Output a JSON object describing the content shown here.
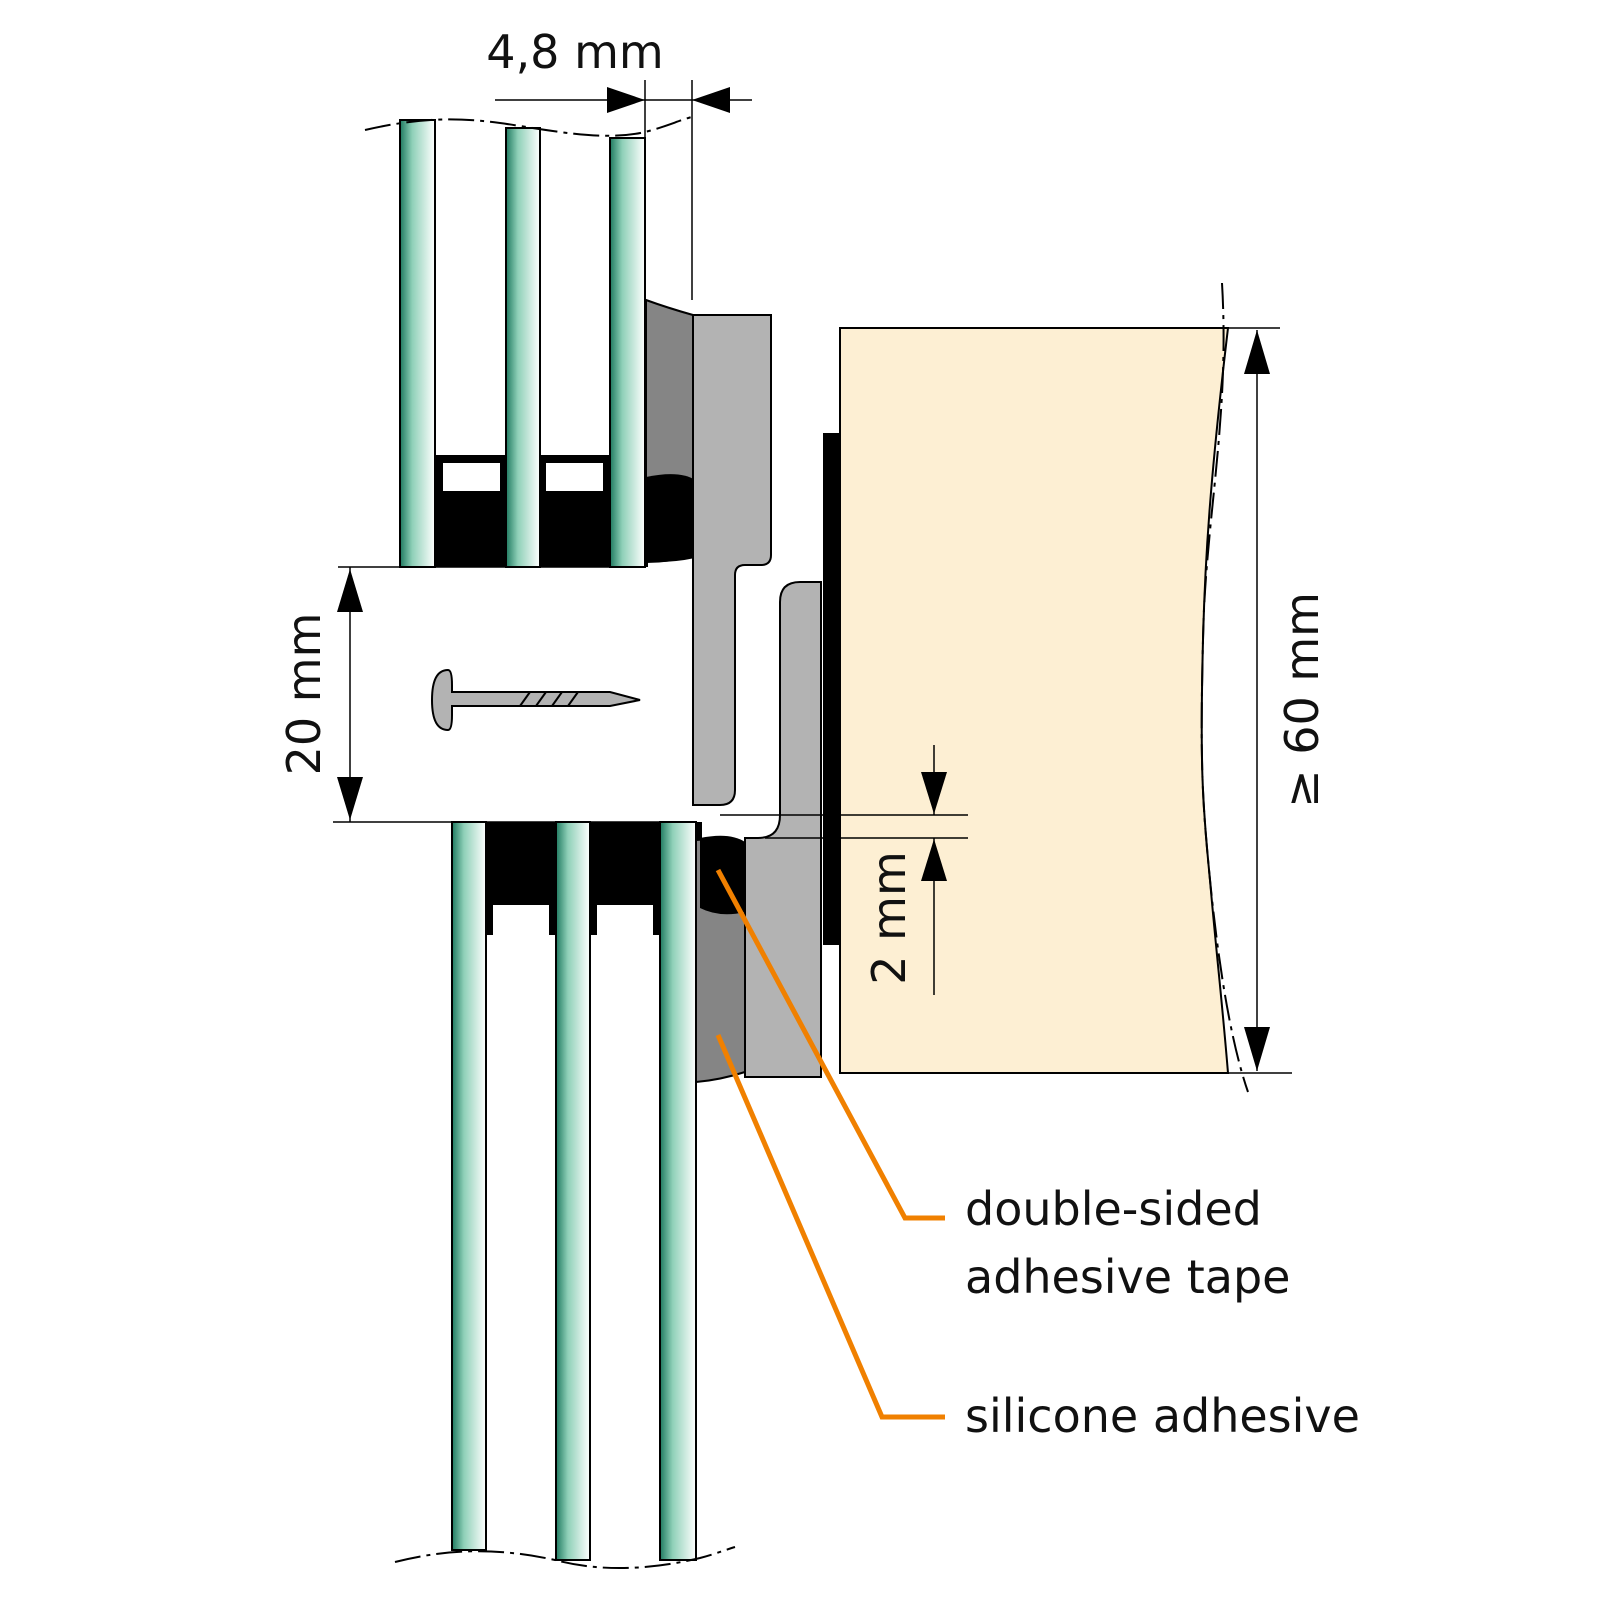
{
  "dimensions": {
    "top_thickness": "4,8 mm",
    "gap_height": "20 mm",
    "clearance": "2 mm",
    "board_height": "≥ 60 mm"
  },
  "callouts": {
    "tape_line1": "double-sided",
    "tape_line2": "adhesive tape",
    "silicone": "silicone adhesive"
  },
  "colors": {
    "glass": "#8fcfb8",
    "glass_edge": "#2d7a64",
    "profile": "#b3b3b3",
    "silicone": "#858585",
    "board": "#fdefd3",
    "callout": "#f08000",
    "dimension": "#111111"
  },
  "icons": [
    "nail-icon",
    "arrowhead-icon"
  ]
}
